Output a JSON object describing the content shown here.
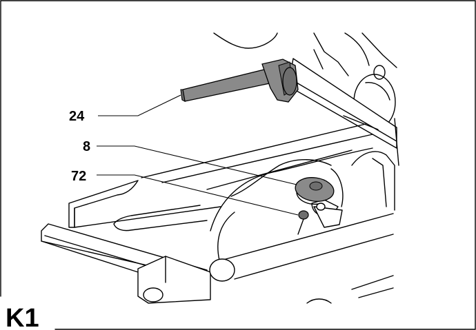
{
  "figure": {
    "label": "K1",
    "callouts": [
      {
        "id": "24",
        "text": "24"
      },
      {
        "id": "8",
        "text": "8"
      },
      {
        "id": "72",
        "text": "72"
      }
    ]
  },
  "colors": {
    "frame": "#000000",
    "part_grey": "#8a8a8a",
    "part_dark": "#6e6e6e",
    "background": "#ffffff"
  }
}
